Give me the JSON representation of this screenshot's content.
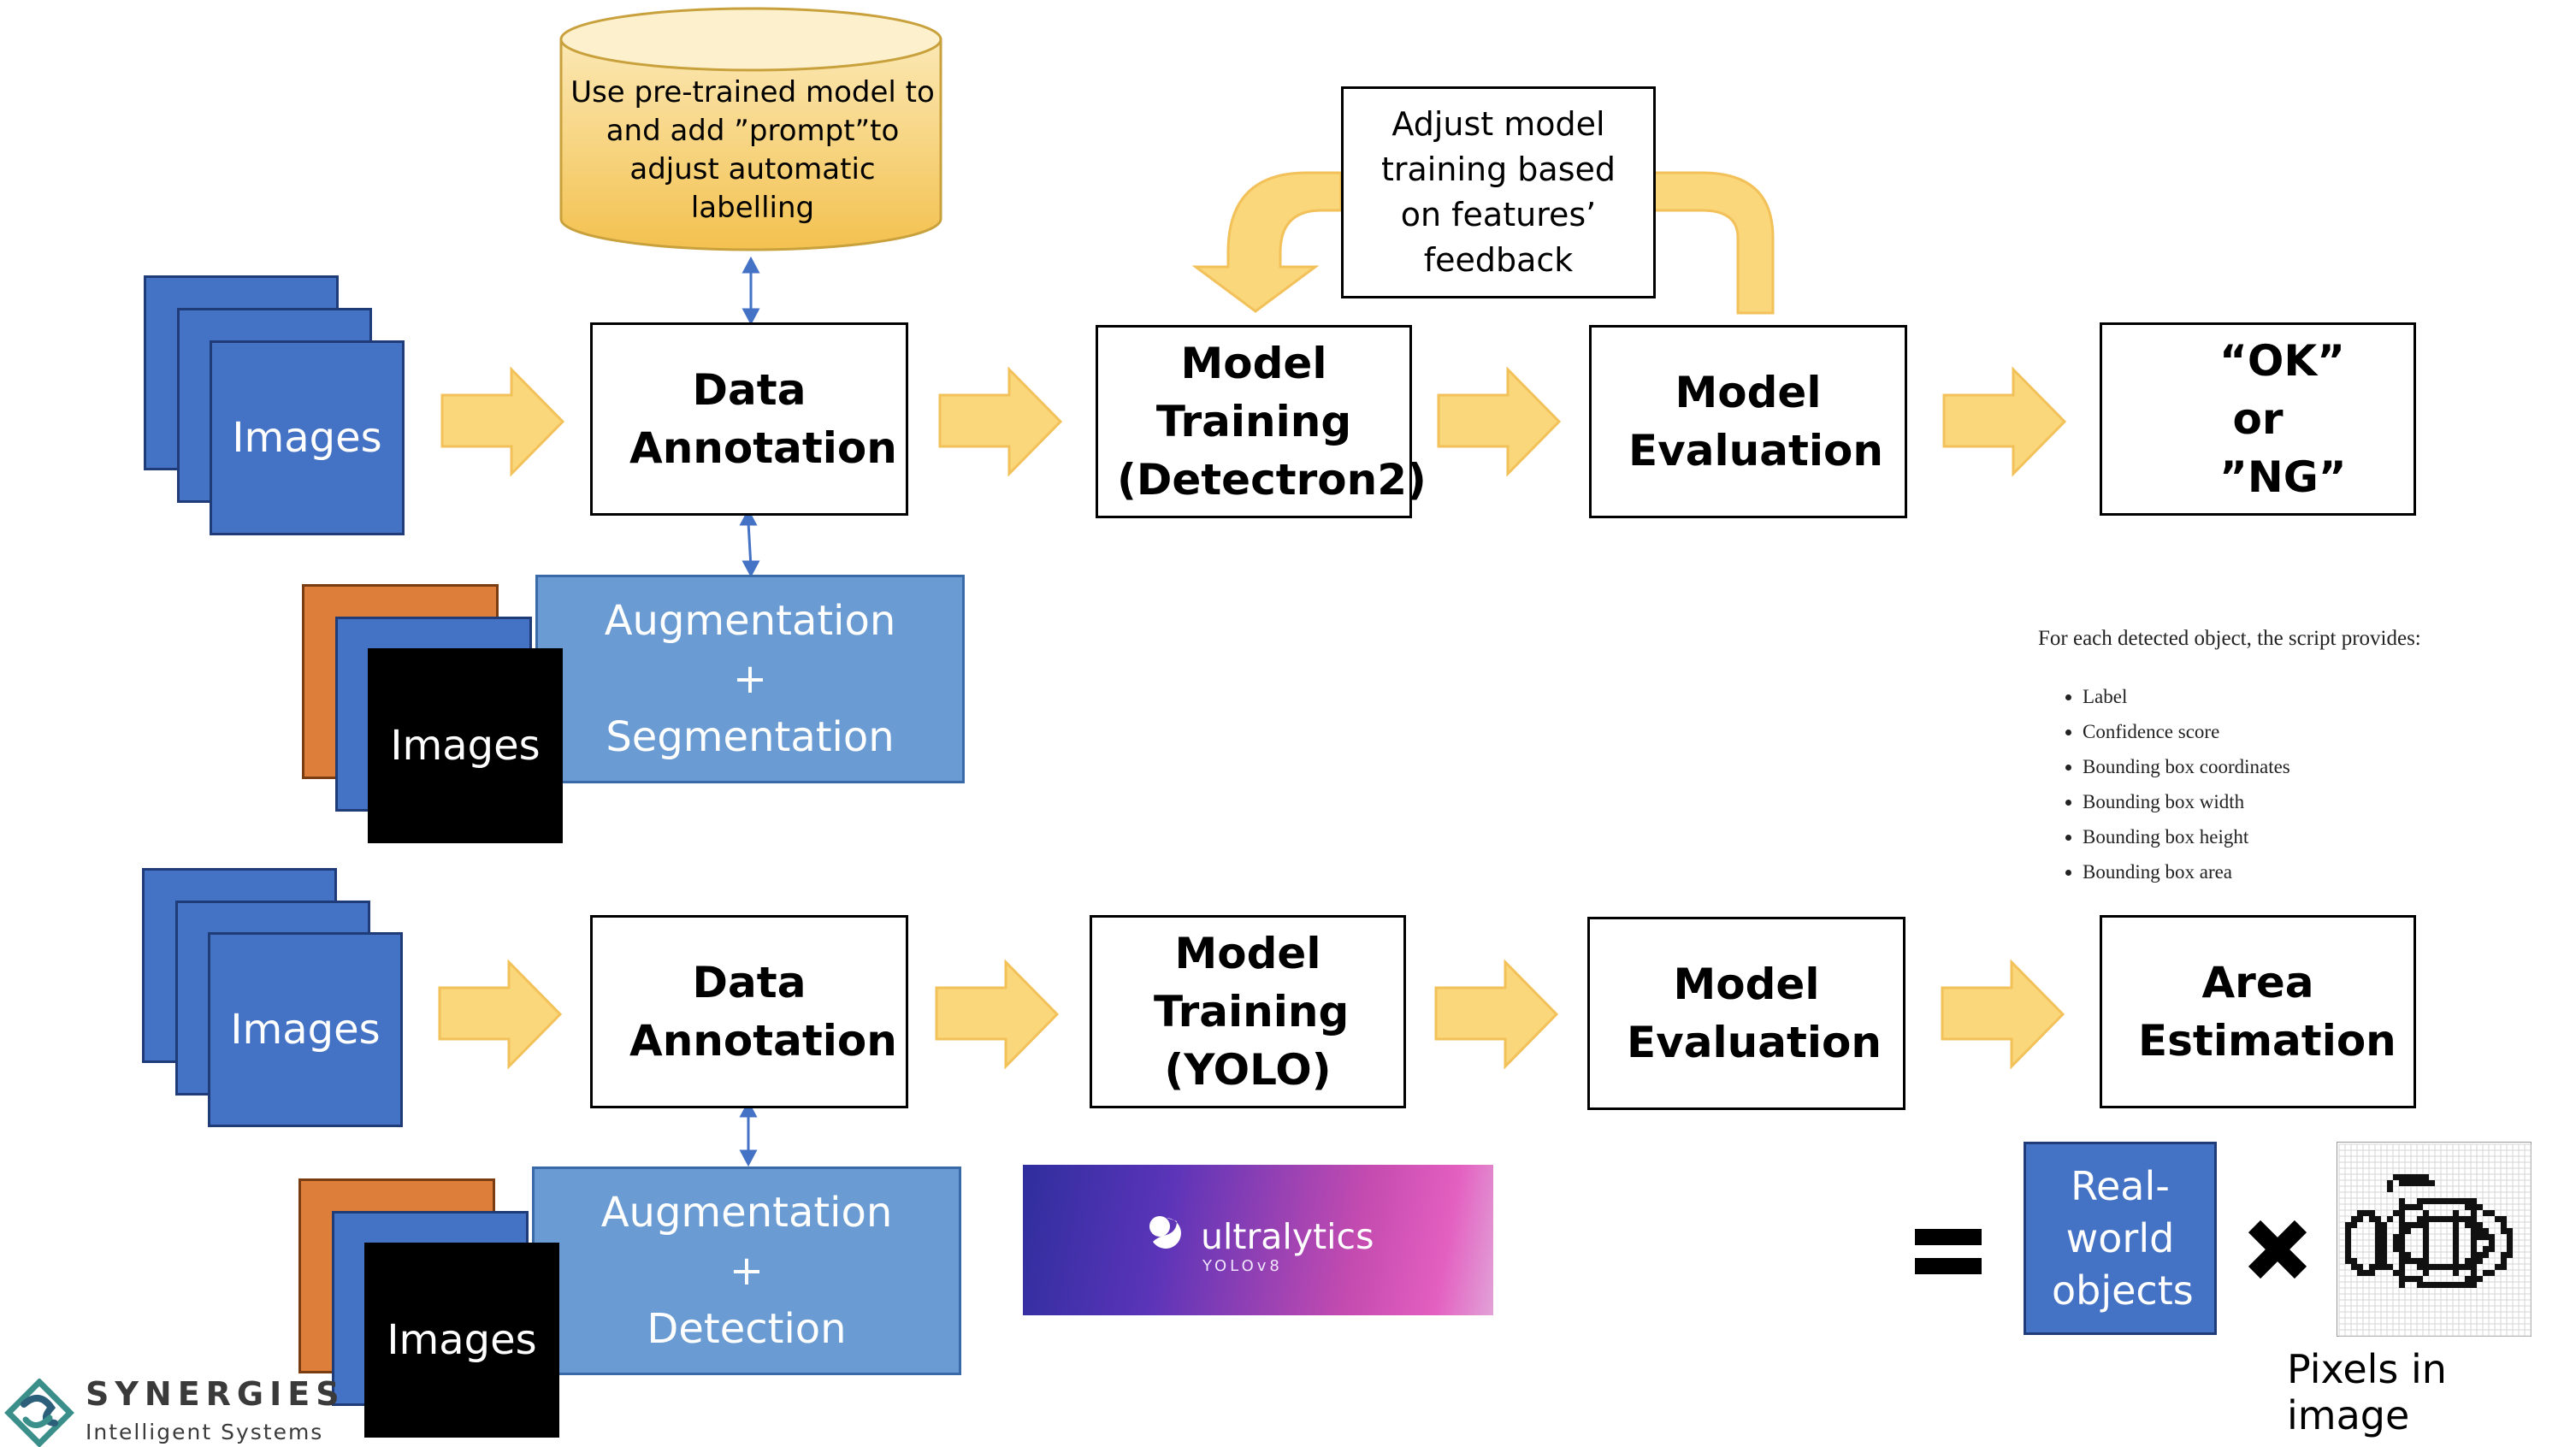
{
  "database_note": "Use pre-trained model to and add ”prompt”to adjust automatic labelling",
  "feedback_note": "Adjust model training based on features’ feedback",
  "pipeline_top": {
    "images_label": "Images",
    "annotation": "Data Annotation",
    "training": "Model Training (Detectron2)",
    "evaluation": "Model Evaluation",
    "result": "“OK” or ”NG”",
    "aug_images_label": "Images",
    "augmentation": {
      "line1": "Augmentation",
      "line2": "+",
      "line3": "Segmentation"
    }
  },
  "pipeline_bottom": {
    "images_label": "Images",
    "annotation": "Data Annotation",
    "training": "Model Training (YOLO)",
    "evaluation": "Model Evaluation",
    "result": "Area Estimation",
    "aug_images_label": "Images",
    "augmentation": {
      "line1": "Augmentation",
      "line2": "+",
      "line3": "Detection"
    }
  },
  "script_info": {
    "heading": "For each detected object, the script provides:",
    "items": [
      "Label",
      "Confidence score",
      "Bounding box coordinates",
      "Bounding box width",
      "Bounding box height",
      "Bounding box area"
    ]
  },
  "ultralytics_logo": {
    "name": "ultralytics",
    "version": "YOLOv8"
  },
  "formula": {
    "equals_icon": "equals-icon",
    "real_world": "Real-world objects",
    "times_icon": "multiply-icon",
    "pixels_caption": "Pixels in image"
  },
  "company": {
    "name": "SYNERGIES",
    "tagline": "Intelligent Systems"
  },
  "colors": {
    "image_blue": "#4472c4",
    "image_orange": "#dd7e3b",
    "augmentation_blue": "#6a9bd2",
    "arrow_yellow": "#fbd77c",
    "database_gold": "#f6c95c",
    "connector_blue": "#4472c4"
  }
}
